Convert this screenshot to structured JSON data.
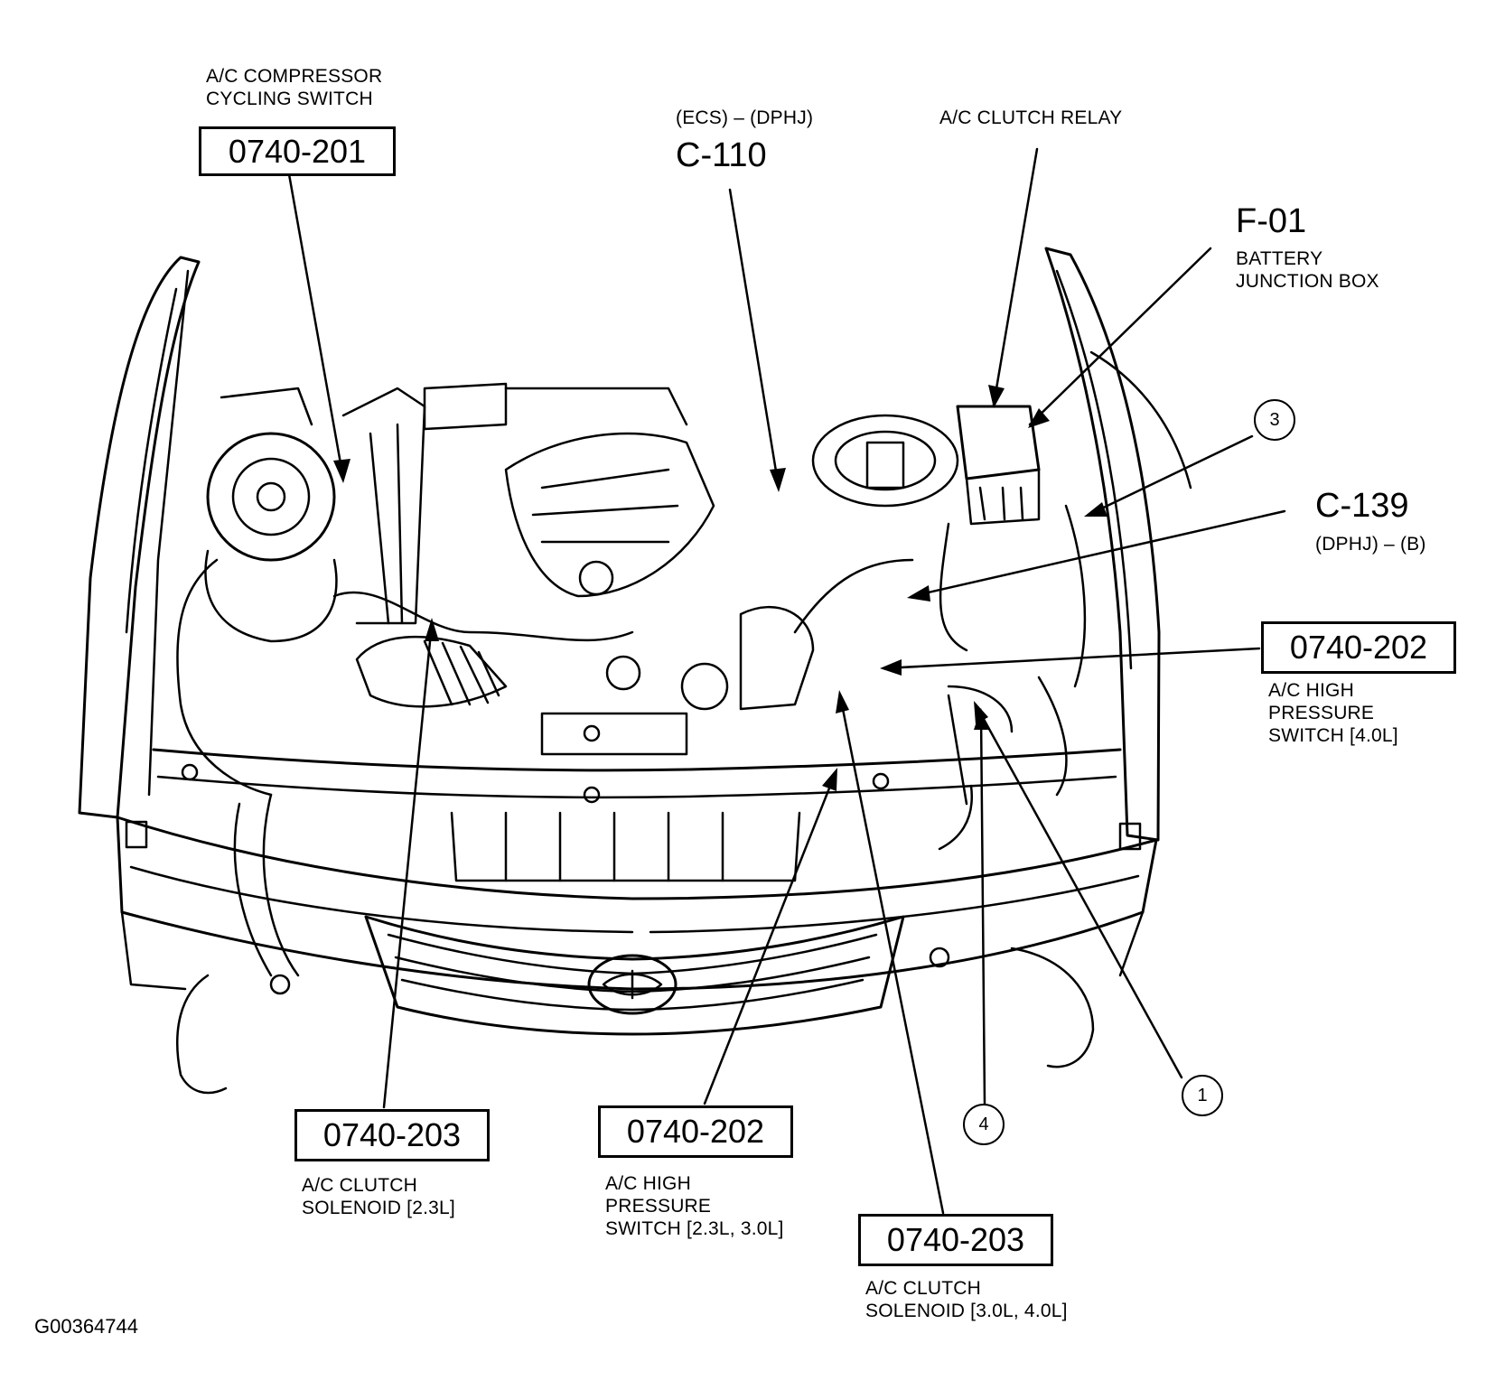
{
  "labels": {
    "compressor_switch_name": "A/C COMPRESSOR\nCYCLING SWITCH",
    "compressor_switch_code": "0740-201",
    "c110_sub": "(ECS) – (DPHJ)",
    "c110_code": "C-110",
    "clutch_relay": "A/C CLUTCH RELAY",
    "f01_code": "F-01",
    "f01_name": "BATTERY\nJUNCTION BOX",
    "c139_code": "C-139",
    "c139_sub": "(DPHJ) – (B)",
    "hps_40_code": "0740-202",
    "hps_40_name": "A/C HIGH\nPRESSURE\nSWITCH [4.0L]",
    "sol_23_code": "0740-203",
    "sol_23_name": "A/C CLUTCH\nSOLENOID [2.3L]",
    "hps_2330_code": "0740-202",
    "hps_2330_name": "A/C HIGH\nPRESSURE\nSWITCH [2.3L, 3.0L]",
    "sol_3040_code": "0740-203",
    "sol_3040_name": "A/C CLUTCH\nSOLENOID [3.0L, 4.0L]",
    "figure_id": "G00364744"
  },
  "callouts": {
    "c1": "1",
    "c3": "3",
    "c4": "4"
  },
  "colors": {
    "ink": "#000000",
    "paper": "#ffffff"
  }
}
